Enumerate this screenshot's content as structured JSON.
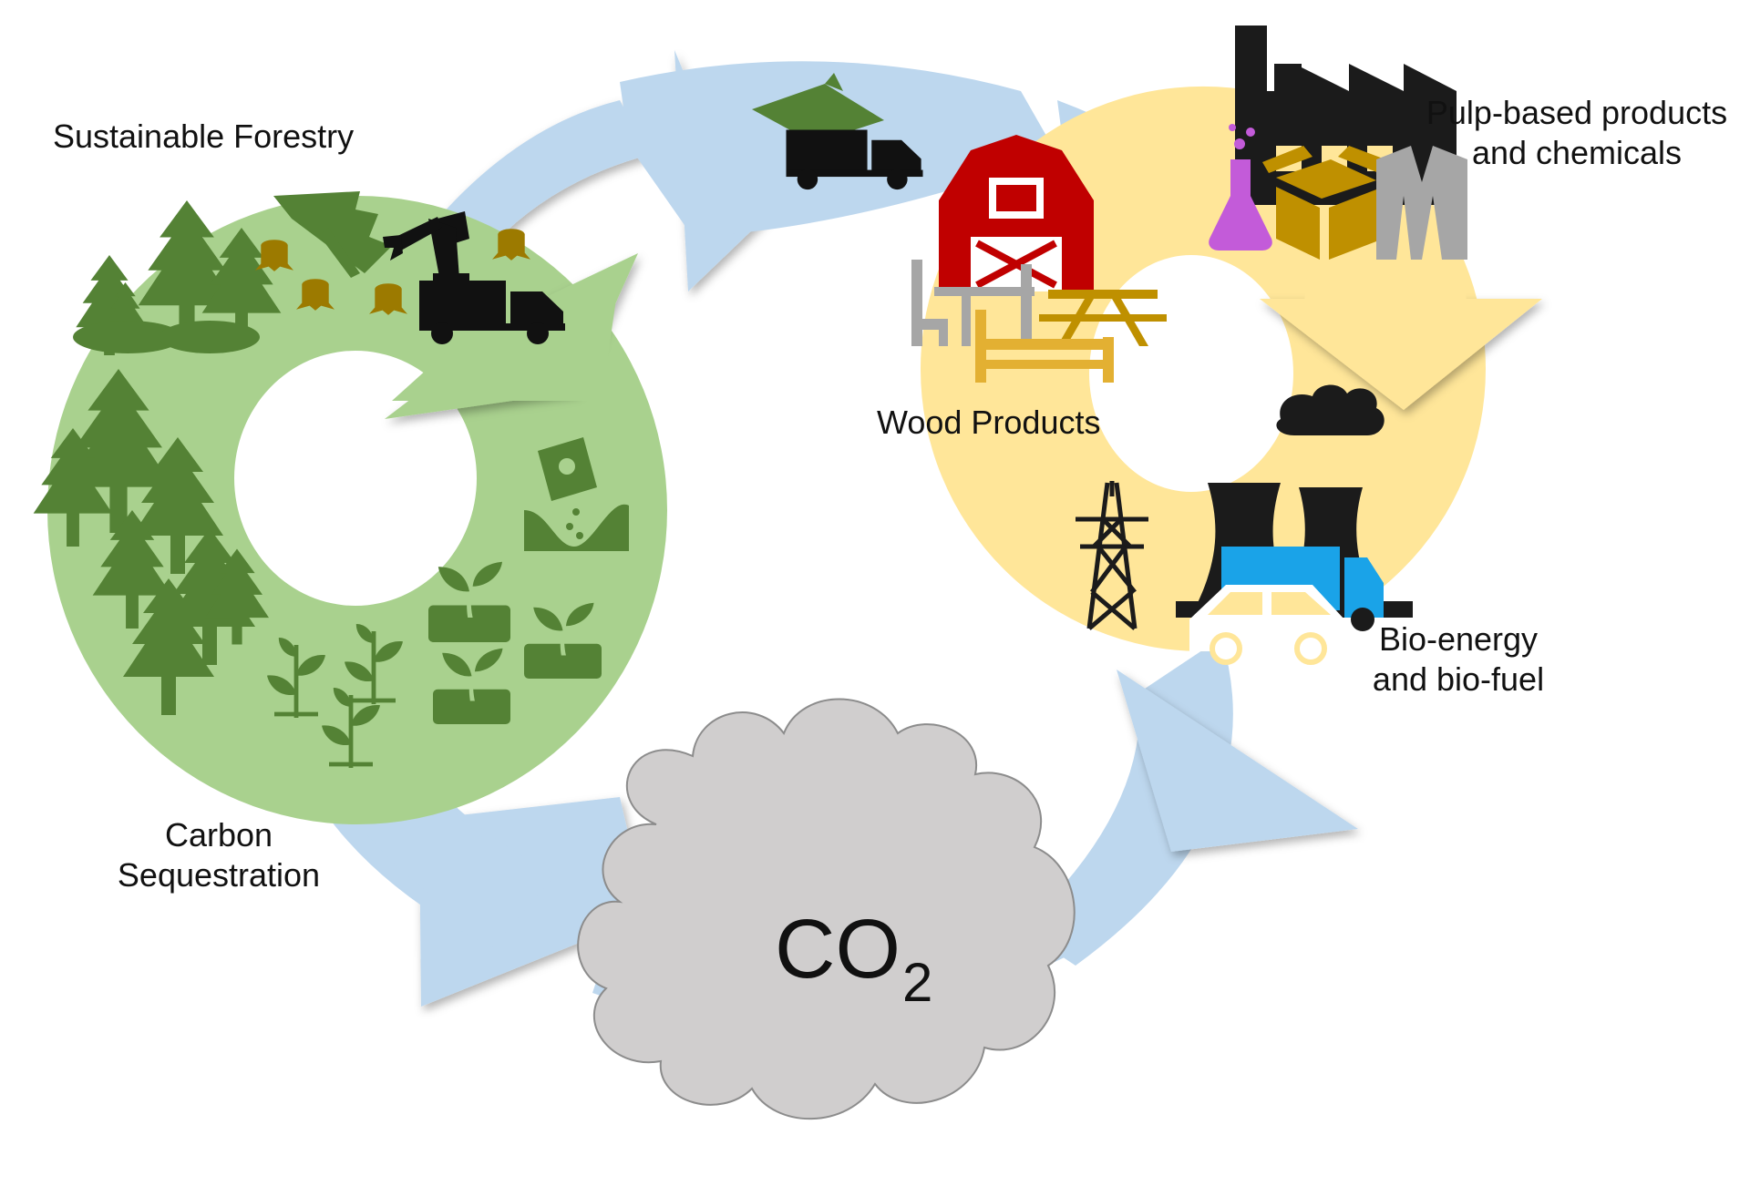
{
  "labels": {
    "sustainable_forestry": "Sustainable Forestry",
    "carbon_sequestration_line1": "Carbon",
    "carbon_sequestration_line2": "Sequestration",
    "wood_products": "Wood Products",
    "pulp_line1": "Pulp-based products",
    "pulp_line2": "and chemicals",
    "bio_line1": "Bio-energy",
    "bio_line2": "and bio-fuel",
    "co2_main": "CO",
    "co2_sub": "2"
  },
  "colors": {
    "outer_cycle": "#bdd7ee",
    "forestry_ring": "#a9d18e",
    "forest_icon": "#548235",
    "products_ring": "#ffe699",
    "barn": "#c00000",
    "wood": "#d4a017",
    "cardboard": "#bf9000",
    "chemical_flask": "#c35bd9",
    "fuel_truck": "#1aa3e8",
    "cloud": "#d0cece",
    "icon_dark": "#111111",
    "stump": "#9c7a00",
    "furniture_gray": "#a6a6a6"
  },
  "icons": [
    "pine-tree-icon",
    "felled-tree-icon",
    "tree-stump-icon",
    "harvester-arm-icon",
    "logging-truck-icon",
    "seed-packet-icon",
    "seedling-icon",
    "barn-icon",
    "chair-icon",
    "table-icon",
    "picnic-table-icon",
    "bed-icon",
    "factory-icon",
    "flask-icon",
    "cardboard-box-icon",
    "jacket-icon",
    "power-plant-icon",
    "transmission-tower-icon",
    "car-icon",
    "cloud-icon"
  ]
}
